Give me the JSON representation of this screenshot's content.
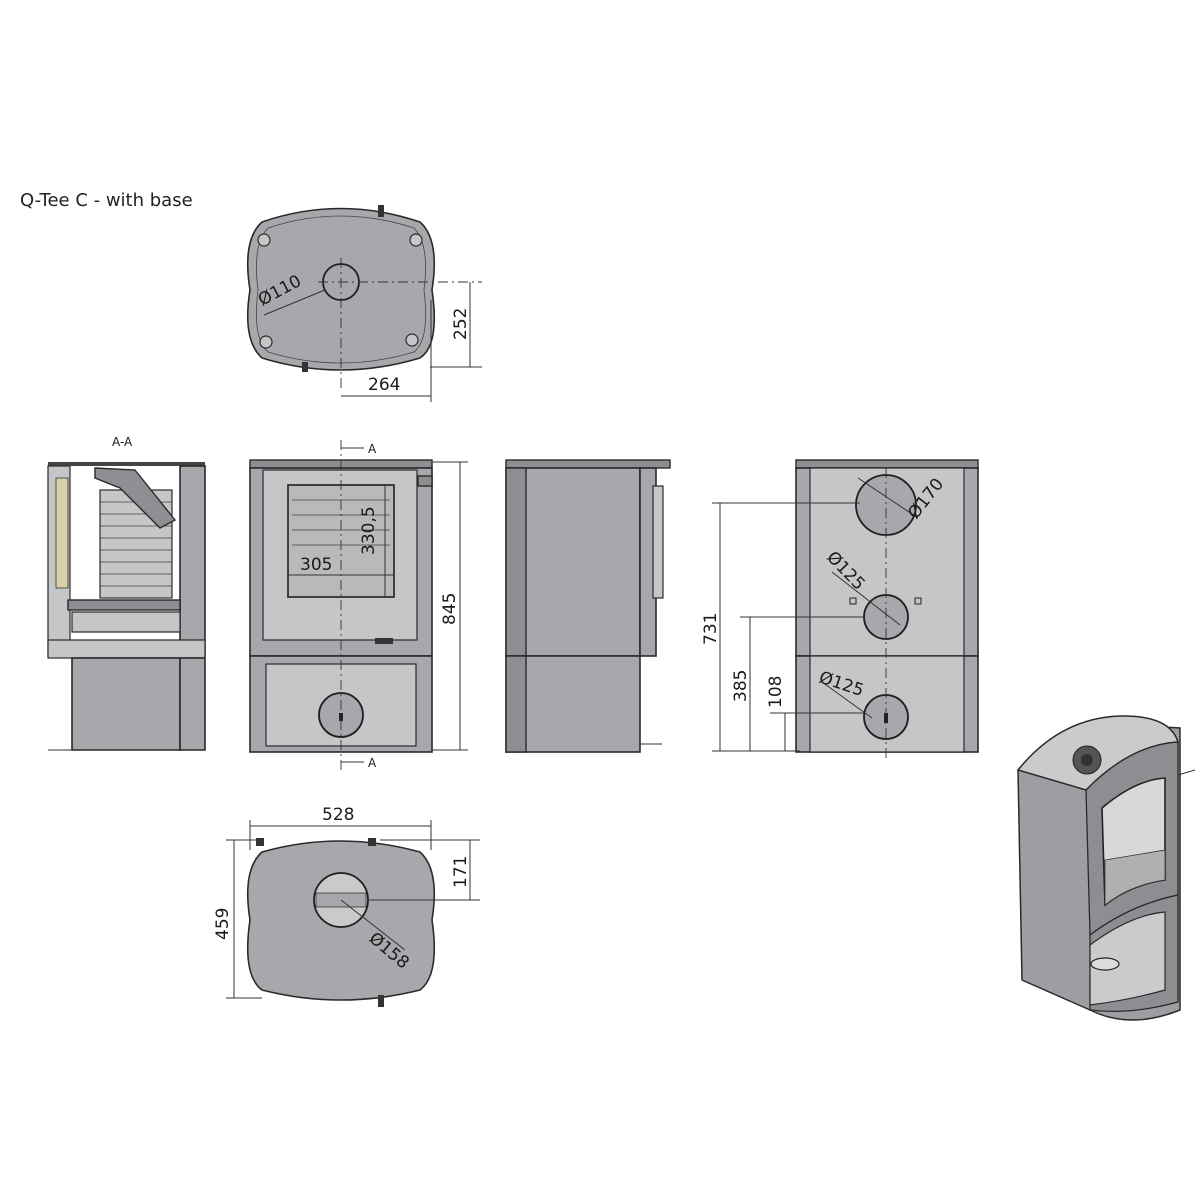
{
  "title": "Q-Tee C - with base",
  "section_label": "A-A",
  "section_marker": "A",
  "dimensions": {
    "top_flue_diameter": "Ø110",
    "top_depth_offset": "252",
    "top_width_offset": "264",
    "window_height": "330,5",
    "window_width": "305",
    "total_height": "845",
    "rear_outlet_height": "731",
    "lower_outlet_height": "385",
    "air_inlet_height": "108",
    "rear_large_diameter": "Ø170",
    "rear_mid_diameter": "Ø125",
    "rear_low_diameter": "Ø125",
    "bottom_width": "528",
    "bottom_depth": "459",
    "bottom_offset": "171",
    "bottom_hole_diameter": "Ø158"
  }
}
